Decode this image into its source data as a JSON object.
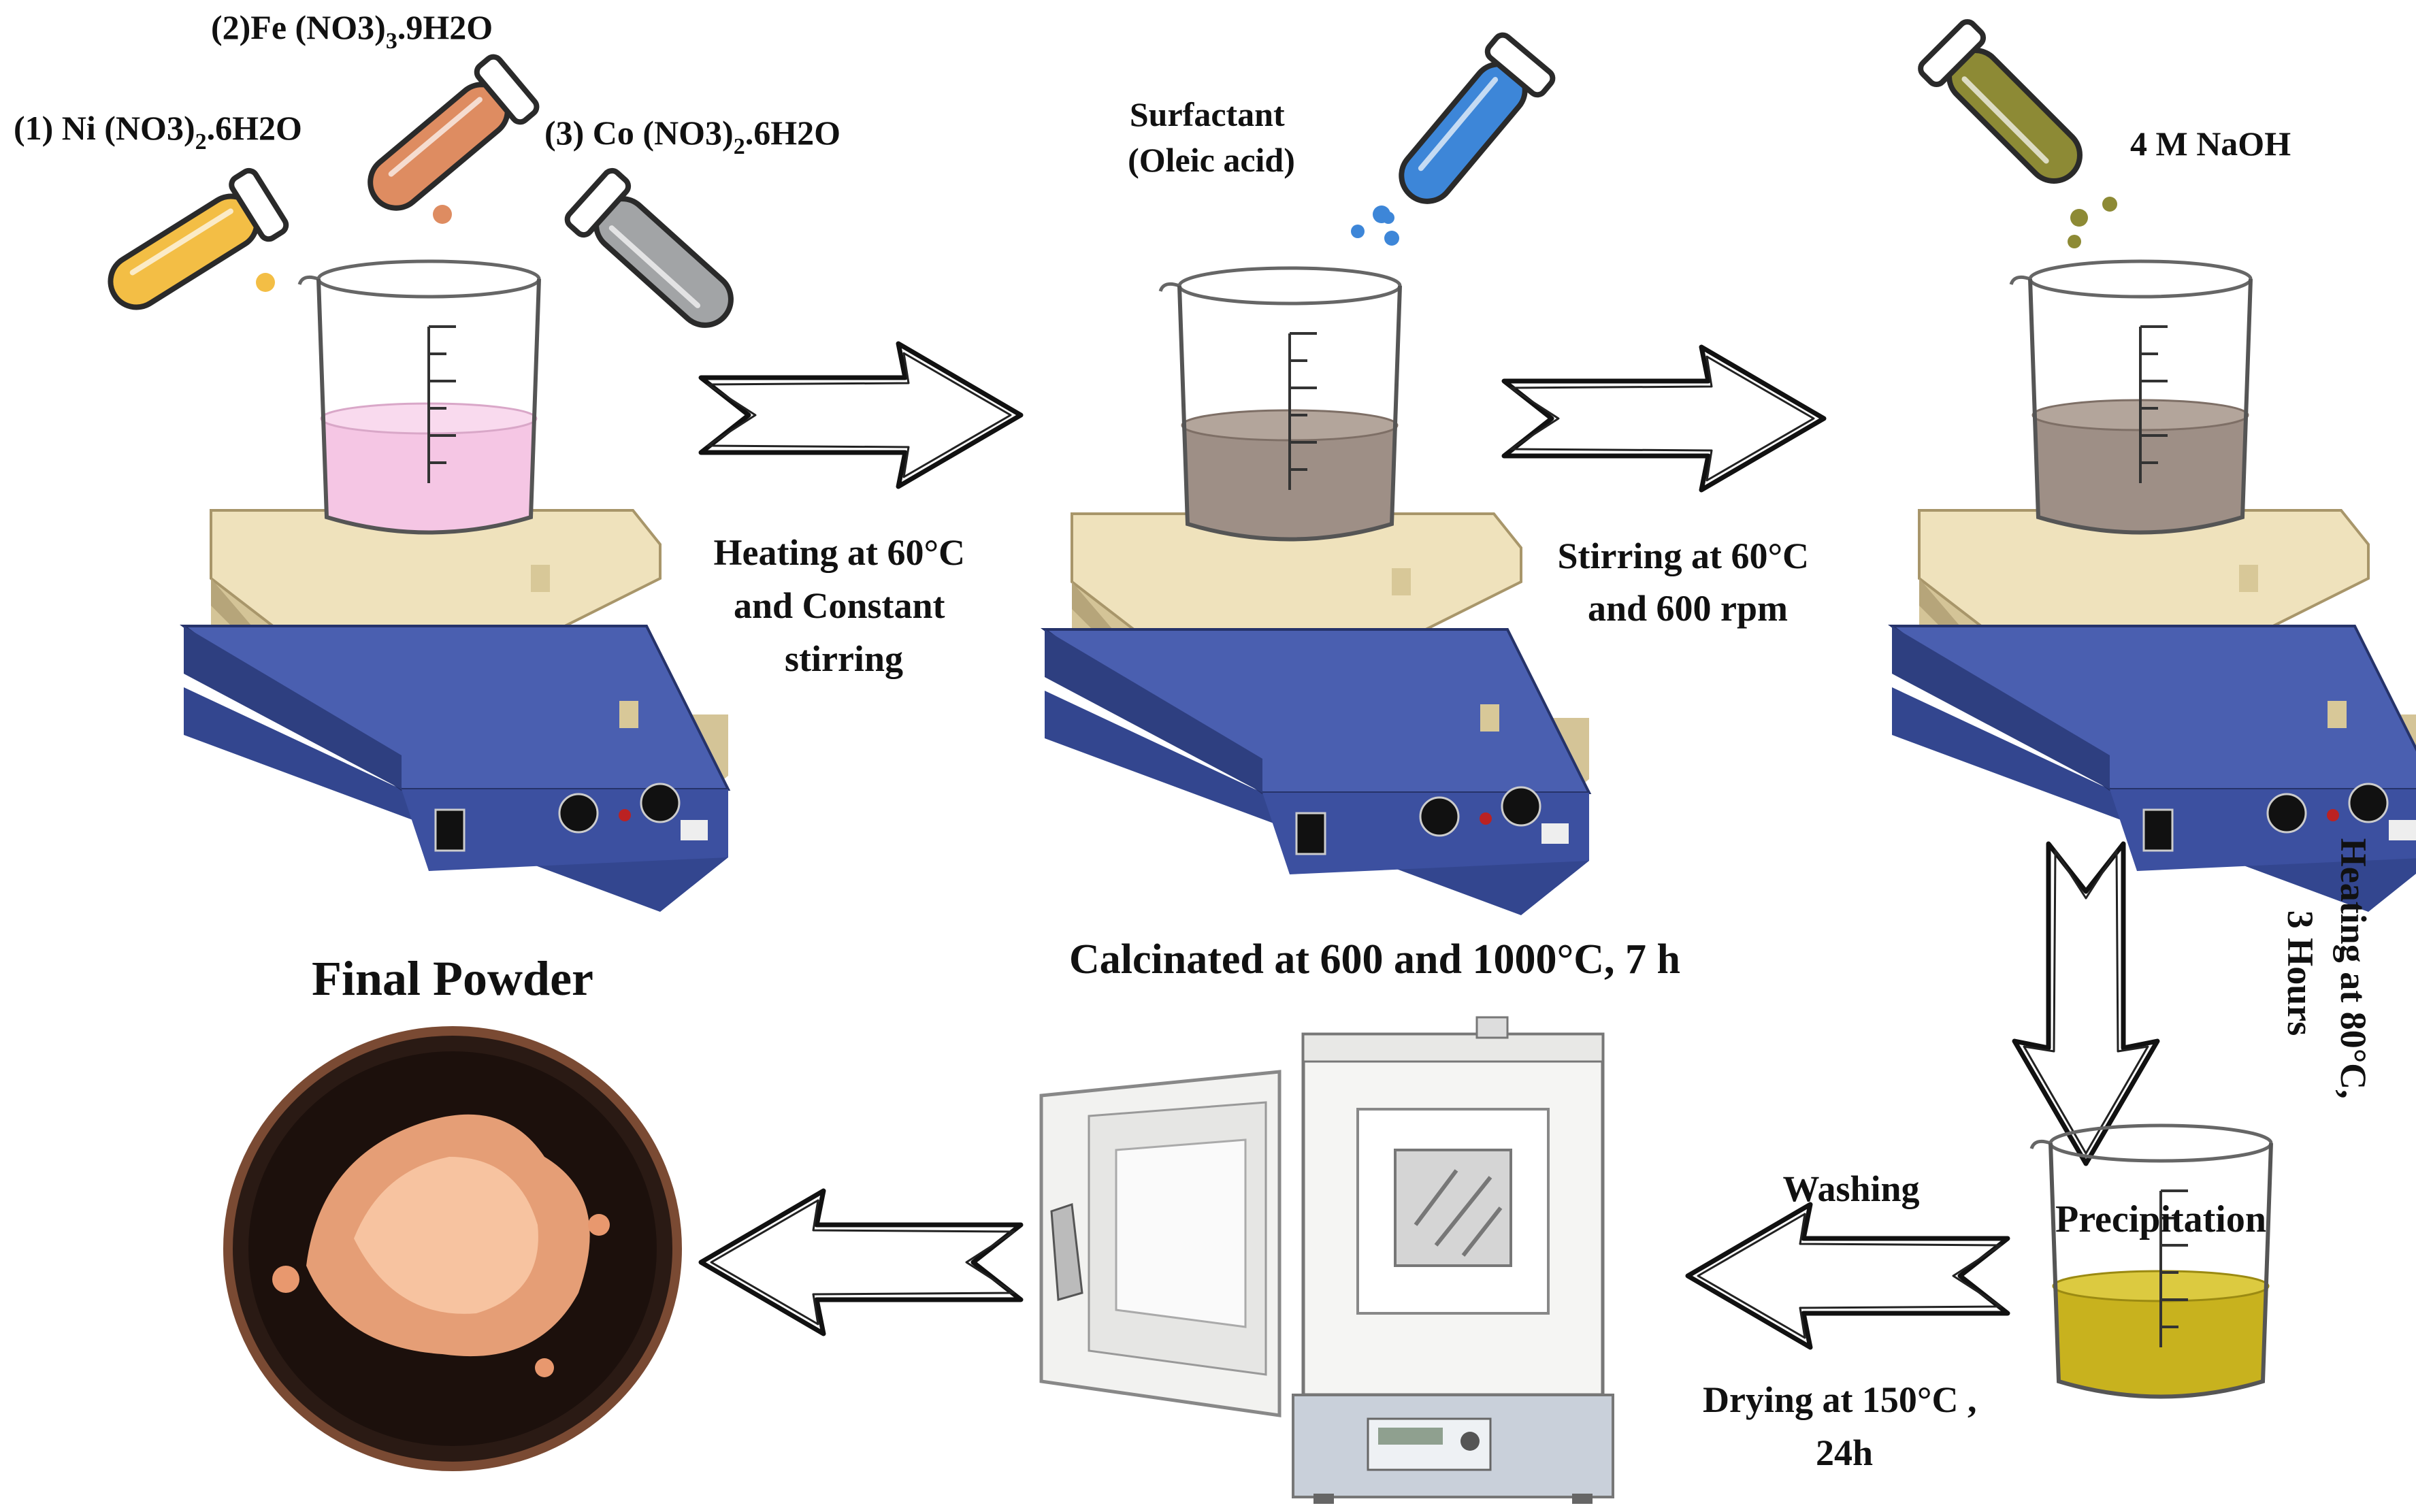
{
  "reagents": {
    "r1": {
      "prefix": "(1) Ni (NO3)",
      "sub": "2",
      "suffix": ".6H2O"
    },
    "r2": {
      "prefix": "(2)Fe (NO3)",
      "sub": "3",
      "suffix": ".9H2O"
    },
    "r3": {
      "prefix": "(3) Co (NO3)",
      "sub": "2",
      "suffix": ".6H2O"
    }
  },
  "surfactant": {
    "line1": "Surfactant",
    "line2": "(Oleic acid)"
  },
  "naoh": "4 M NaOH",
  "step1": {
    "line1": "Heating at 60°C",
    "line2": "and Constant",
    "line3": "stirring"
  },
  "step2": {
    "line1": "Stirring at 60°C",
    "line2": "and 600 rpm"
  },
  "step3": {
    "line1": "Heating at 80°C,",
    "line2": "3 Hours"
  },
  "precipitation": "Precipitation",
  "washing": "Washing",
  "drying": {
    "line1": "Drying at 150°C ,",
    "line2": "24h"
  },
  "calcination": "Calcinated at 600 and 1000°C, 7 h",
  "final": "Final Powder",
  "colors": {
    "pink_solution": "#f5c6e4",
    "brown_solution": "#9e8f86",
    "yellow_solution": "#c8b21e",
    "tube_yellow": "#f3be45",
    "tube_orange": "#de8c61",
    "tube_gray": "#a2a4a6",
    "tube_blue": "#3d86d8",
    "tube_olive": "#8d8a35",
    "stirrer_blue": "#3a4d98",
    "stirrer_plate": "#e2d2a8",
    "powder": "#f0a67c"
  }
}
